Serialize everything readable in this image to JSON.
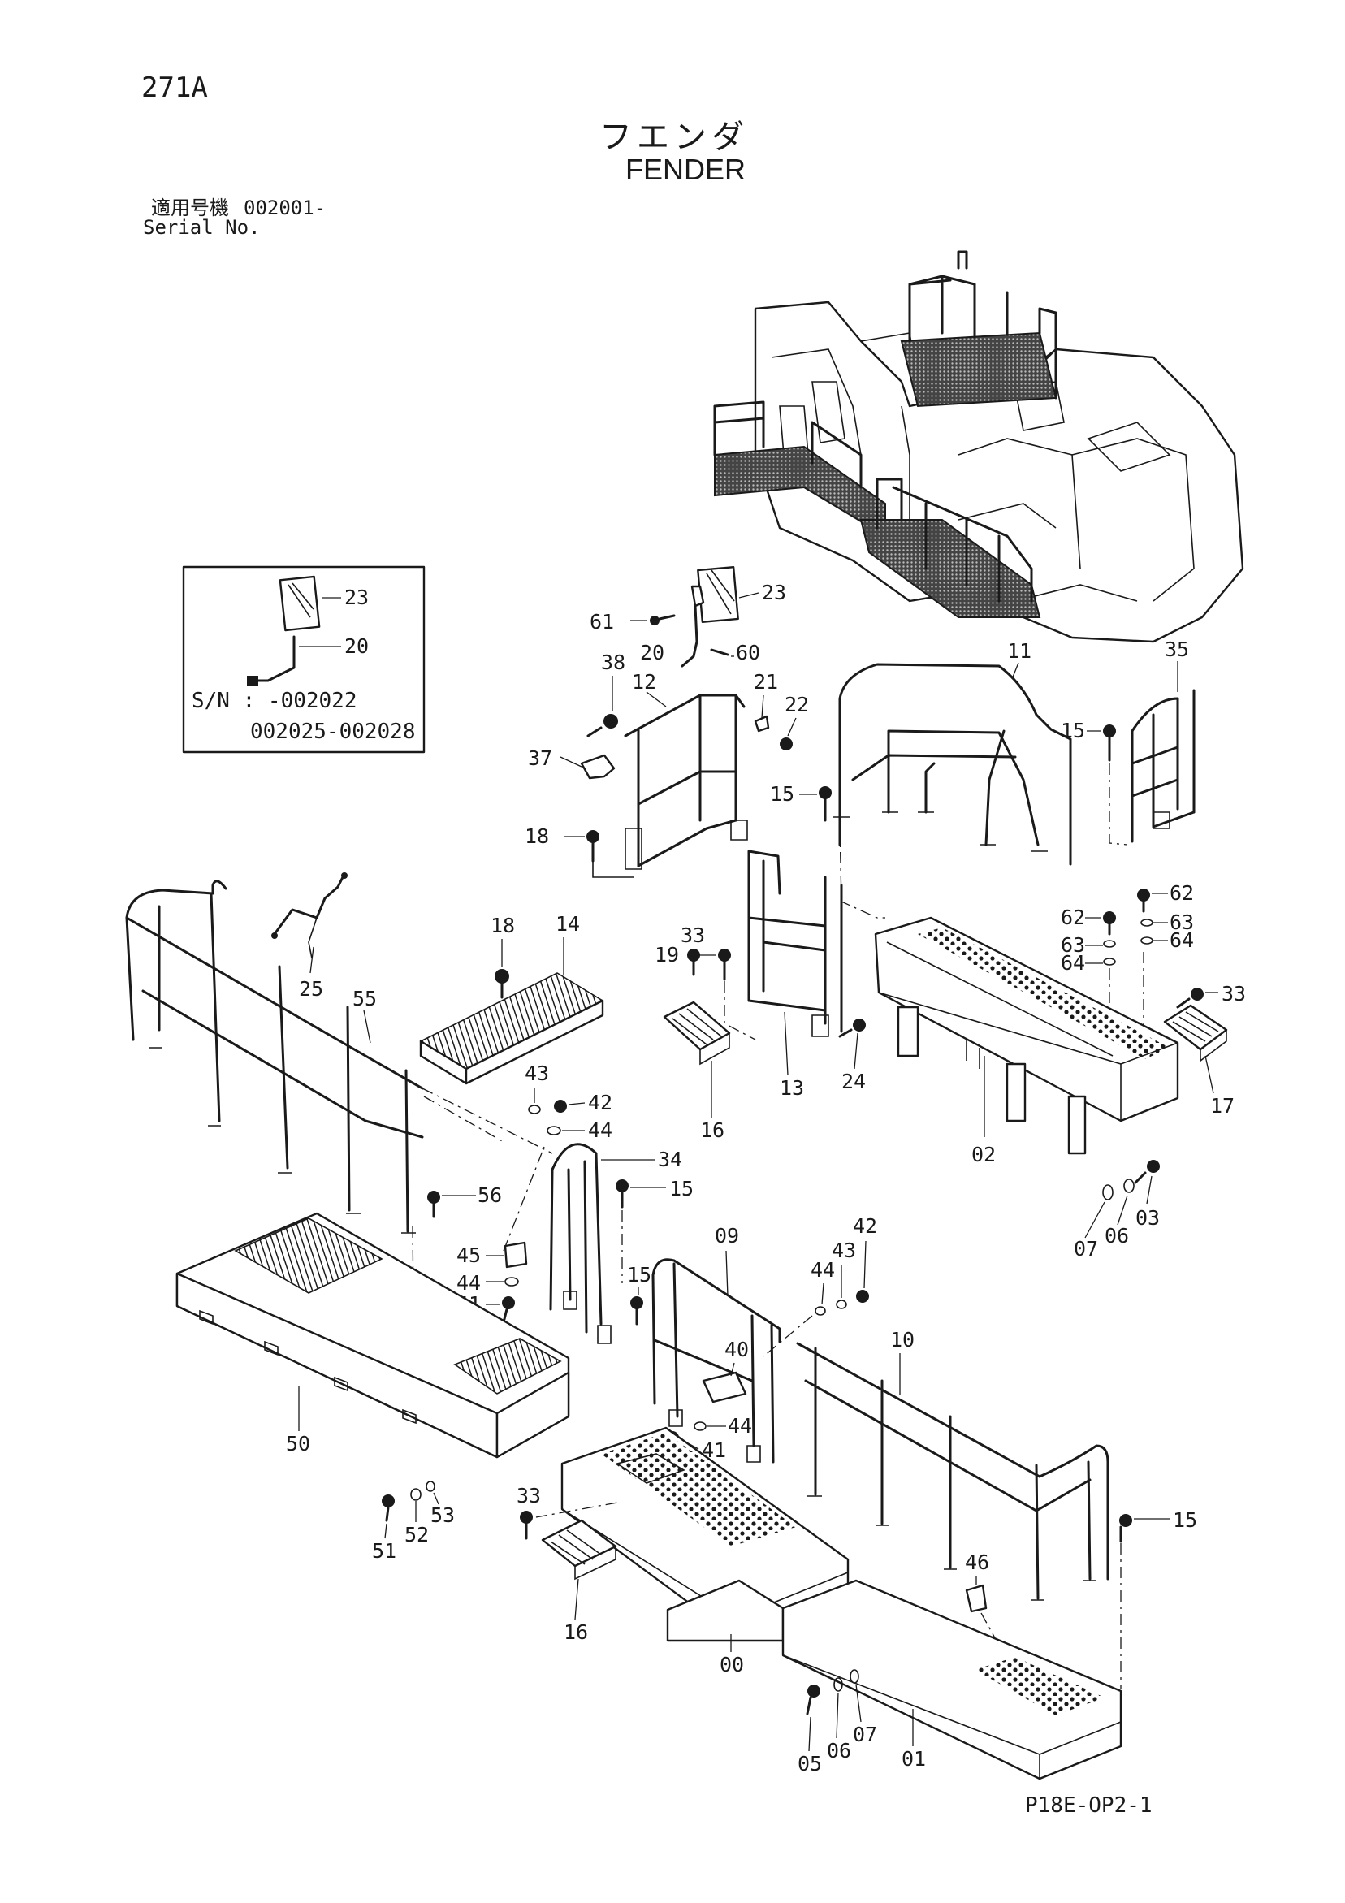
{
  "header": {
    "page_number": "271A",
    "title_jp": "フエンダ",
    "title_en": "FENDER",
    "serial_label_jp": "適用号機",
    "serial_value": "002001-",
    "serial_label_en": "Serial No."
  },
  "inset": {
    "sn_line": "S/N : -002022",
    "range_line": "002025-002028"
  },
  "footer": {
    "doc_code": "P18E-OP2-1"
  },
  "parts": {
    "p00": "00",
    "p01": "01",
    "p02": "02",
    "p03": "03",
    "p05": "05",
    "p06": "06",
    "p07": "07",
    "p09": "09",
    "p10": "10",
    "p11": "11",
    "p12": "12",
    "p13": "13",
    "p14": "14",
    "p15": "15",
    "p16": "16",
    "p17": "17",
    "p18": "18",
    "p19": "19",
    "p20": "20",
    "p21": "21",
    "p22": "22",
    "p23": "23",
    "p24": "24",
    "p25": "25",
    "p33": "33",
    "p34": "34",
    "p35": "35",
    "p37": "37",
    "p38": "38",
    "p40": "40",
    "p41": "41",
    "p42": "42",
    "p43": "43",
    "p44": "44",
    "p45": "45",
    "p46": "46",
    "p50": "50",
    "p51": "51",
    "p52": "52",
    "p53": "53",
    "p55": "55",
    "p56": "56",
    "p60": "60",
    "p61": "61",
    "p62": "62",
    "p63": "63",
    "p64": "64"
  }
}
